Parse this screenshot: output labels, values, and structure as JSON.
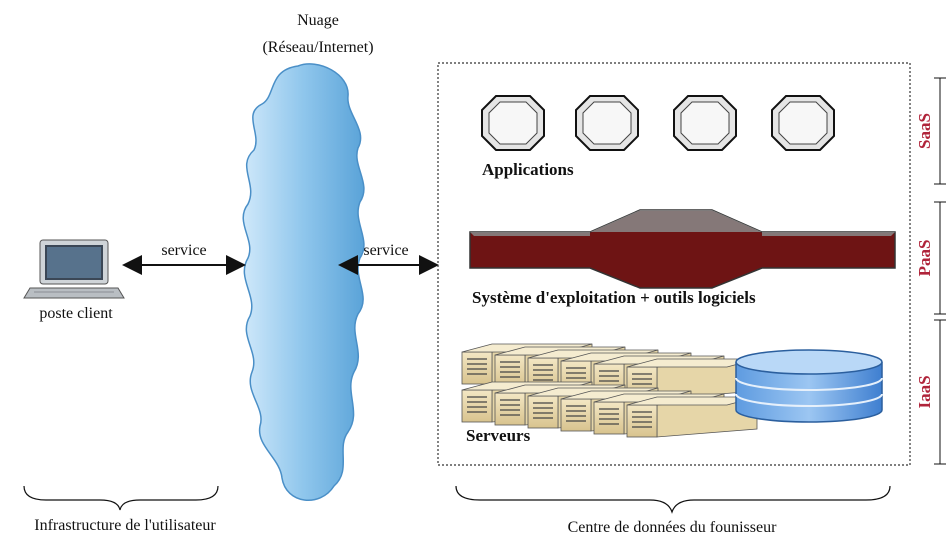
{
  "cloud": {
    "title_line1": "Nuage",
    "title_line2": "(Réseau/Internet)"
  },
  "client": {
    "label": "poste client"
  },
  "links": {
    "left_service": "service",
    "right_service": "service"
  },
  "datacenter": {
    "applications_label": "Applications",
    "os_label": "Système d'exploitation + outils logiciels",
    "servers_label": "Serveurs"
  },
  "layers": {
    "saas": "SaaS",
    "paas": "PaaS",
    "iaas": "IaaS"
  },
  "bottom": {
    "user_infra": "Infrastructure de l'utilisateur",
    "provider_dc": "Centre de données du founisseur"
  },
  "colors": {
    "cloud": "#8fc6ec",
    "os_bar": "#6e1414",
    "layer_text": "#b0243a",
    "database": "#3f7fd0"
  }
}
